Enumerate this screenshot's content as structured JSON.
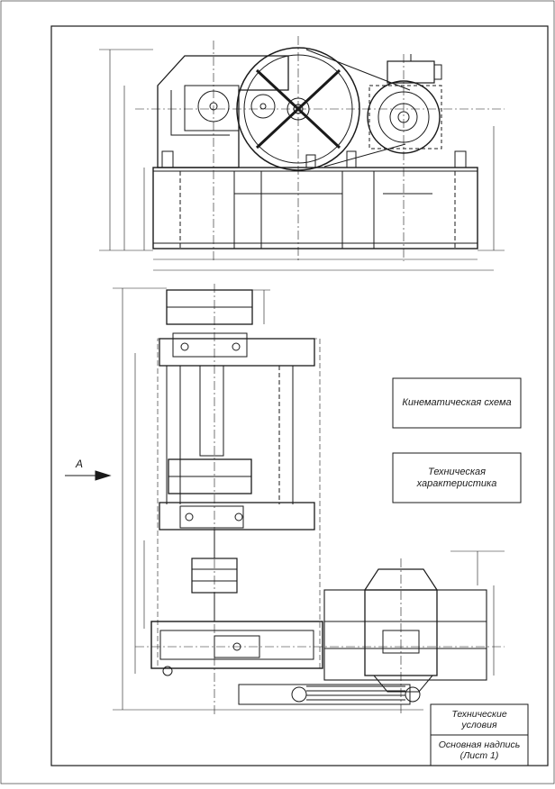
{
  "sheet": {
    "labels": {
      "kinematic_scheme": "Кинематическая схема",
      "tech_characteristic": "Техническая\nхарактеристика",
      "tech_conditions": "Технические\nусловия",
      "title_block": "Основная надпись\n(Лист 1)",
      "view_arrow": "А"
    },
    "colors": {
      "line": "#1a1a1a",
      "paper": "#ffffff"
    }
  }
}
